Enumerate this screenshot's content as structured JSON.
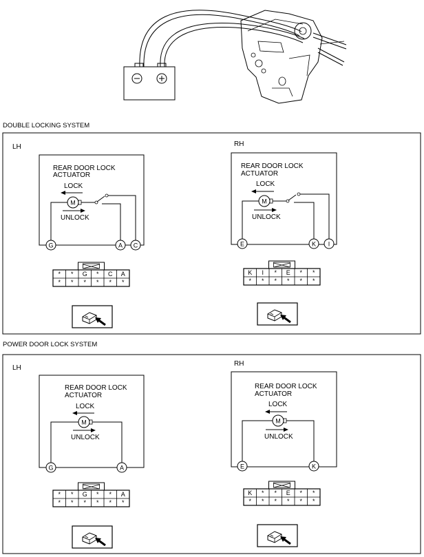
{
  "battery": {
    "neg_symbol": "⊖",
    "pos_symbol": "⊕"
  },
  "sections": [
    {
      "title": "DOUBLE LOCKING SYSTEM",
      "panels": [
        {
          "side": "LH",
          "actuator_title": [
            "REAR DOOR LOCK",
            "ACTUATOR"
          ],
          "lock": "LOCK",
          "unlock": "UNLOCK",
          "motor": "M",
          "has_switch": true,
          "pins": [
            "G",
            "A",
            "C"
          ],
          "connector_rows": [
            [
              "*",
              "*",
              "G",
              "*",
              "C",
              "A"
            ],
            [
              "*",
              "*",
              "*",
              "*",
              "*",
              "*"
            ]
          ]
        },
        {
          "side": "RH",
          "actuator_title": [
            "REAR DOOR LOCK",
            "ACTUATOR"
          ],
          "lock": "LOCK",
          "unlock": "UNLOCK",
          "motor": "M",
          "has_switch": true,
          "pins": [
            "E",
            "K",
            "I"
          ],
          "connector_rows": [
            [
              "K",
              "I",
              "*",
              "E",
              "*",
              "*"
            ],
            [
              "*",
              "*",
              "*",
              "*",
              "*",
              "*"
            ]
          ]
        }
      ]
    },
    {
      "title": "POWER DOOR LOCK SYSTEM",
      "panels": [
        {
          "side": "LH",
          "actuator_title": [
            "REAR DOOR LOCK",
            "ACTUATOR"
          ],
          "lock": "LOCK",
          "unlock": "UNLOCK",
          "motor": "M",
          "has_switch": false,
          "pins": [
            "G",
            "A"
          ],
          "connector_rows": [
            [
              "*",
              "*",
              "G",
              "*",
              "*",
              "A"
            ],
            [
              "*",
              "*",
              "*",
              "*",
              "*",
              "*"
            ]
          ]
        },
        {
          "side": "RH",
          "actuator_title": [
            "REAR DOOR LOCK",
            "ACTUATOR"
          ],
          "lock": "LOCK",
          "unlock": "UNLOCK",
          "motor": "M",
          "has_switch": false,
          "pins": [
            "E",
            "K"
          ],
          "connector_rows": [
            [
              "K",
              "*",
              "*",
              "E",
              "*",
              "*"
            ],
            [
              "*",
              "*",
              "*",
              "*",
              "*",
              "*"
            ]
          ]
        }
      ]
    }
  ]
}
